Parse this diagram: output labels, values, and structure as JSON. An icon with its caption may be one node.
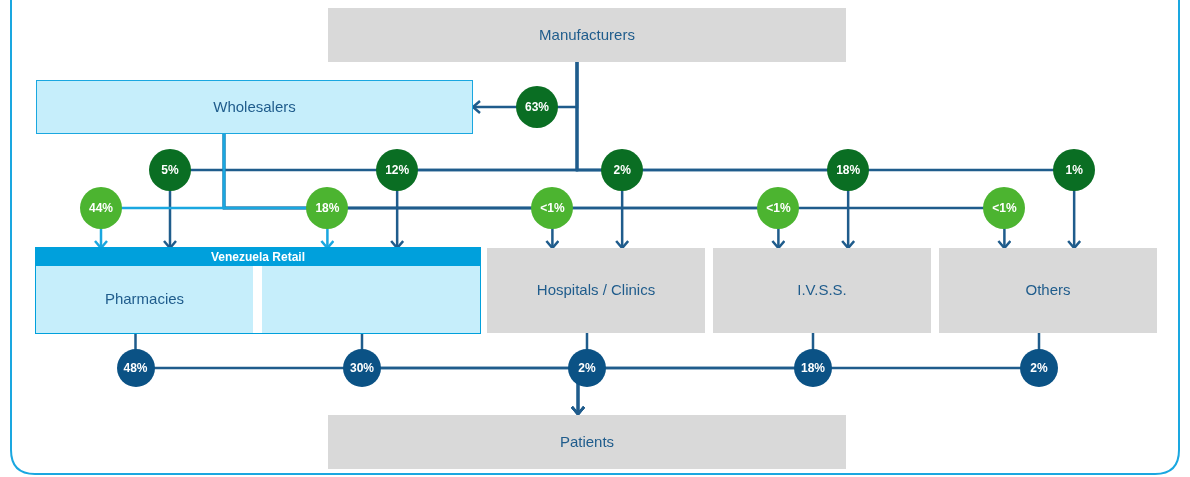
{
  "diagram": {
    "nodes": [
      {
        "text": [
          "Manufacturers"
        ]
      },
      {
        "text": [
          "Wholesalers"
        ]
      },
      {
        "text": [
          "Venezuela Retail"
        ]
      },
      {
        "text": [
          "Pharmacies"
        ],
        "in": 2
      },
      {
        "text": [],
        "shape": "box",
        "in": 2
      },
      {
        "text": [
          "Hospitals / Clinics"
        ]
      },
      {
        "text": [
          "I.V.S.S."
        ]
      },
      {
        "text": [
          "Others"
        ]
      },
      {
        "text": [
          "Patients"
        ]
      }
    ],
    "edges": [
      {
        "from": 0,
        "to": 1,
        "arrow": "to",
        "label": "63%"
      },
      {
        "from": 0,
        "to": 3,
        "arrow": "to",
        "label": "5%"
      },
      {
        "from": 0,
        "to": 4,
        "arrow": "to",
        "label": "12%"
      },
      {
        "from": 0,
        "to": 5,
        "arrow": "to",
        "label": "2%"
      },
      {
        "from": 0,
        "to": 6,
        "arrow": "to",
        "label": "18%"
      },
      {
        "from": 0,
        "to": 7,
        "arrow": "to",
        "label": "1%"
      },
      {
        "from": 1,
        "to": 3,
        "arrow": "to",
        "label": "44%",
        "color": "#1aa7e0"
      },
      {
        "from": 1,
        "to": 4,
        "arrow": "to",
        "label": "18%",
        "color": "#1aa7e0"
      },
      {
        "from": 1,
        "to": 5,
        "arrow": "to",
        "label": "<1%"
      },
      {
        "from": 1,
        "to": 6,
        "arrow": "to",
        "label": "<1%"
      },
      {
        "from": 1,
        "to": 7,
        "arrow": "to",
        "label": "<1%"
      },
      {
        "from": 3,
        "to": 8,
        "arrow": "to",
        "label": "48%"
      },
      {
        "from": 4,
        "to": 8,
        "arrow": "to",
        "label": "30%"
      },
      {
        "from": 5,
        "to": 8,
        "arrow": "to",
        "label": "2%"
      },
      {
        "from": 6,
        "to": 8,
        "arrow": "to",
        "label": "18%"
      },
      {
        "from": 7,
        "to": 8,
        "arrow": "to",
        "label": "2%"
      }
    ]
  }
}
